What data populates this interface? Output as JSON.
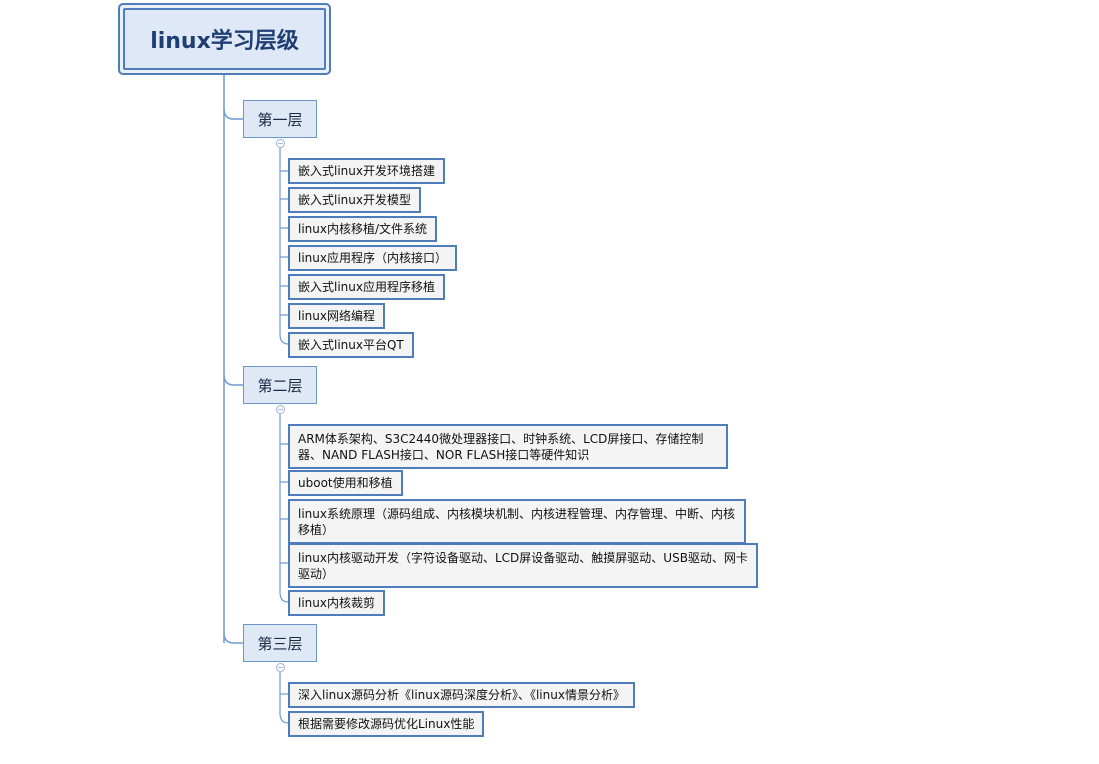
{
  "root": {
    "title": "linux学习层级"
  },
  "levels": [
    {
      "label": "第一层",
      "items": [
        "嵌入式linux开发环境搭建",
        "嵌入式linux开发模型",
        "linux内核移植/文件系统",
        "linux应用程序（内核接口）",
        "嵌入式linux应用程序移植",
        "linux网络编程",
        "嵌入式linux平台QT"
      ]
    },
    {
      "label": "第二层",
      "items": [
        "ARM体系架构、S3C2440微处理器接口、时钟系统、LCD屏接口、存储控制器、NAND FLASH接口、NOR FLASH接口等硬件知识",
        "uboot使用和移植",
        "linux系统原理（源码组成、内核模块机制、内核进程管理、内存管理、中断、内核移植）",
        "linux内核驱动开发（字符设备驱动、LCD屏设备驱动、触摸屏驱动、USB驱动、网卡驱动）",
        "linux内核裁剪"
      ]
    },
    {
      "label": "第三层",
      "items": [
        "深入linux源码分析《linux源码深度分析》、《linux情景分析》",
        "根据需要修改源码优化Linux性能"
      ]
    }
  ],
  "colors": {
    "connector": "#6f9bd1",
    "border": "#4f7cba"
  }
}
